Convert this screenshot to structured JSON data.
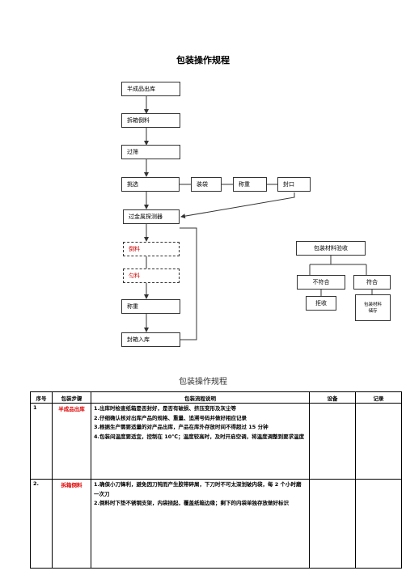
{
  "flowchart": {
    "title": "包装操作规程",
    "steps": [
      "半成品出库",
      "拆箱倒料",
      "过筛",
      "挑选",
      "装袋",
      "称重",
      "封口",
      "过金属探测器",
      "倒料",
      "匀料",
      "称重",
      "封箱入库"
    ],
    "material_check": {
      "title": "包装材料验收",
      "fail": "不符合",
      "pass": "符合",
      "reject": "拒收",
      "store_line1": "包装材料",
      "store_line2": "储存"
    }
  },
  "table": {
    "title": "包装操作规程",
    "headers": [
      "序号",
      "包装步骤",
      "包装流程说明",
      "设备",
      "记录"
    ],
    "rows": [
      {
        "no": "1",
        "step": "半成品出库",
        "lines": [
          "1.出库时检查纸箱是否封好，是否有破损、挤压变形及灰尘等",
          "2.仔细确认核对出库产品的规格、重量、追溯号码并做好相应记录",
          "3.根据生产需要适量的对产品出库，产品在库外存放时间不得超过 15 分钟",
          "4.包装间温度要适宜，控制在 10℃；温度较高时，及时开启空调，将温度调整到要求温度"
        ],
        "equipment": "",
        "record": ""
      },
      {
        "no": "2.",
        "step": "拆箱倒料",
        "lines": [
          "1.确保小刀锋利，避免因刀钝而产生胶带碎屑，下刀时不可太深划破内袋，每 2 个小时磨一次刀",
          "2.倒料时下垫不锈钢支架，内袋挠起，覆盖纸箱边缘；剩下的内袋单独存放做好标识"
        ],
        "equipment": "",
        "record": ""
      }
    ]
  }
}
